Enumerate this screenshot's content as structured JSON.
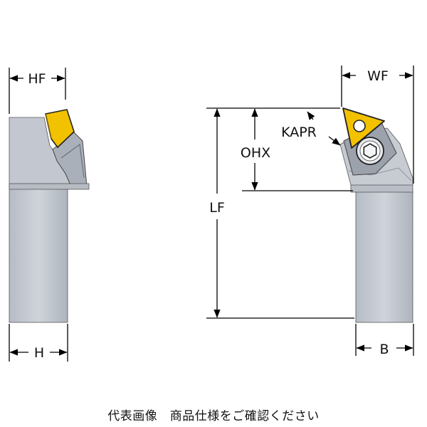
{
  "labels": {
    "hf": "HF",
    "h": "H",
    "wf": "WF",
    "b": "B",
    "kapr": "KAPR",
    "ohx": "OHX",
    "lf": "LF"
  },
  "caption": "代表画像　商品仕様をご確認ください",
  "colors": {
    "body_light": "#c9ced6",
    "body_mid": "#b2b8c1",
    "body_dark": "#9aa1aa",
    "insert_gold": "#f2c200",
    "outline": "#222222",
    "dimension": "#000000"
  }
}
